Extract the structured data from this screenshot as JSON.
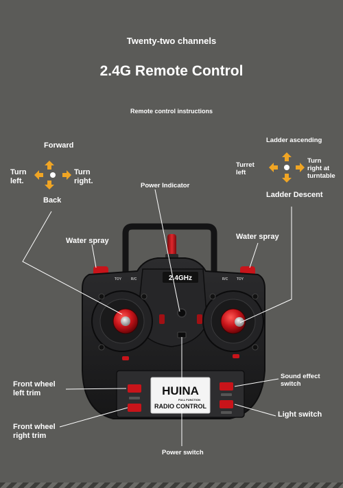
{
  "header": {
    "subtitle": "Twenty-two channels",
    "title": "2.4G Remote Control",
    "instructions": "Remote control instructions"
  },
  "left_stick": {
    "forward": "Forward",
    "back": "Back",
    "turn_left": "Turn\nleft.",
    "turn_right": "Turn\nright."
  },
  "right_stick": {
    "up": "Ladder ascending",
    "down": "Ladder Descent",
    "turret_left": "Turret\nleft",
    "turn_right_turntable": "Turn\nright at\nturntable"
  },
  "callouts": {
    "power_indicator": "Power Indicator",
    "water_spray_left": "Water spray",
    "water_spray_right": "Water spray",
    "front_wheel_left_trim": "Front wheel\nleft trim",
    "front_wheel_right_trim": "Front wheel\nright trim",
    "sound_effect_switch": "Sound effect\nswitch",
    "light_switch": "Light switch",
    "power_switch": "Power switch"
  },
  "device": {
    "band_label": "2.4GHz",
    "brand": "HUINA",
    "brand_sub": "FULL FUNCTION",
    "model_label": "RADIO CONTROL",
    "toy_label": "TOY",
    "rc_label": "R/C"
  },
  "colors": {
    "background": "#5b5b58",
    "arrow": "#f0a524",
    "accent_red": "#c8141a",
    "body": "#1f1f20",
    "panel": "#2d2d2f"
  }
}
